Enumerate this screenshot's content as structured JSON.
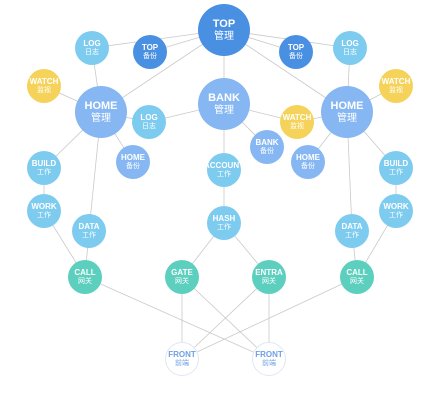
{
  "nodes": [
    {
      "id": "top",
      "label": "TOP",
      "sub": "管理",
      "color": "top"
    },
    {
      "id": "top_l",
      "label": "TOP",
      "sub": "备份",
      "color": "top"
    },
    {
      "id": "top_r",
      "label": "TOP",
      "sub": "备份",
      "color": "top"
    },
    {
      "id": "log_tl",
      "label": "LOG",
      "sub": "日志",
      "color": "light"
    },
    {
      "id": "log_tr",
      "label": "LOG",
      "sub": "日志",
      "color": "light"
    },
    {
      "id": "watch_l",
      "label": "WATCH",
      "sub": "监视",
      "color": "yellow"
    },
    {
      "id": "watch_r",
      "label": "WATCH",
      "sub": "监视",
      "color": "yellow"
    },
    {
      "id": "home_l",
      "label": "HOME",
      "sub": "管理",
      "color": "mid"
    },
    {
      "id": "bank",
      "label": "BANK",
      "sub": "管理",
      "color": "mid"
    },
    {
      "id": "home_r",
      "label": "HOME",
      "sub": "管理",
      "color": "mid"
    },
    {
      "id": "log_m",
      "label": "LOG",
      "sub": "日志",
      "color": "light"
    },
    {
      "id": "watch_m",
      "label": "WATCH",
      "sub": "监视",
      "color": "yellow"
    },
    {
      "id": "bank_b",
      "label": "BANK",
      "sub": "备份",
      "color": "mid"
    },
    {
      "id": "home_bl",
      "label": "HOME",
      "sub": "备份",
      "color": "mid"
    },
    {
      "id": "home_br",
      "label": "HOME",
      "sub": "备份",
      "color": "mid"
    },
    {
      "id": "account",
      "label": "ACCOUNT",
      "sub": "工作",
      "color": "light"
    },
    {
      "id": "build_l",
      "label": "BUILD",
      "sub": "工作",
      "color": "light"
    },
    {
      "id": "build_r",
      "label": "BUILD",
      "sub": "工作",
      "color": "light"
    },
    {
      "id": "work_l",
      "label": "WORK",
      "sub": "工作",
      "color": "light"
    },
    {
      "id": "work_r",
      "label": "WORK",
      "sub": "工作",
      "color": "light"
    },
    {
      "id": "data_l",
      "label": "DATA",
      "sub": "工作",
      "color": "light"
    },
    {
      "id": "data_r",
      "label": "DATA",
      "sub": "工作",
      "color": "light"
    },
    {
      "id": "hash",
      "label": "HASH",
      "sub": "工作",
      "color": "light"
    },
    {
      "id": "call_l",
      "label": "CALL",
      "sub": "网关",
      "color": "teal"
    },
    {
      "id": "call_r",
      "label": "CALL",
      "sub": "网关",
      "color": "teal"
    },
    {
      "id": "gate",
      "label": "GATE",
      "sub": "网关",
      "color": "teal"
    },
    {
      "id": "entra",
      "label": "ENTRA",
      "sub": "网关",
      "color": "teal"
    },
    {
      "id": "front_l",
      "label": "FRONT",
      "sub": "前端",
      "color": "front"
    },
    {
      "id": "front_r",
      "label": "FRONT",
      "sub": "前端",
      "color": "front"
    }
  ],
  "edges": [
    [
      "top",
      "top_l"
    ],
    [
      "top",
      "top_r"
    ],
    [
      "top",
      "log_tl"
    ],
    [
      "top",
      "log_tr"
    ],
    [
      "top",
      "home_l"
    ],
    [
      "top",
      "bank"
    ],
    [
      "top",
      "home_r"
    ],
    [
      "home_l",
      "log_tl"
    ],
    [
      "home_l",
      "watch_l"
    ],
    [
      "home_l",
      "log_m"
    ],
    [
      "home_l",
      "home_bl"
    ],
    [
      "home_l",
      "build_l"
    ],
    [
      "home_l",
      "data_l"
    ],
    [
      "home_r",
      "log_tr"
    ],
    [
      "home_r",
      "watch_r"
    ],
    [
      "home_r",
      "watch_m"
    ],
    [
      "home_r",
      "home_br"
    ],
    [
      "home_r",
      "build_r"
    ],
    [
      "home_r",
      "data_r"
    ],
    [
      "bank",
      "log_m"
    ],
    [
      "bank",
      "watch_m"
    ],
    [
      "bank",
      "bank_b"
    ],
    [
      "bank",
      "account"
    ],
    [
      "build_l",
      "work_l"
    ],
    [
      "work_l",
      "call_l"
    ],
    [
      "data_l",
      "call_l"
    ],
    [
      "build_r",
      "work_r"
    ],
    [
      "work_r",
      "call_r"
    ],
    [
      "data_r",
      "call_r"
    ],
    [
      "account",
      "hash"
    ],
    [
      "hash",
      "gate"
    ],
    [
      "hash",
      "entra"
    ],
    [
      "call_l",
      "front_r"
    ],
    [
      "call_r",
      "front_l"
    ],
    [
      "gate",
      "front_l"
    ],
    [
      "gate",
      "front_r"
    ],
    [
      "entra",
      "front_l"
    ],
    [
      "entra",
      "front_r"
    ]
  ]
}
